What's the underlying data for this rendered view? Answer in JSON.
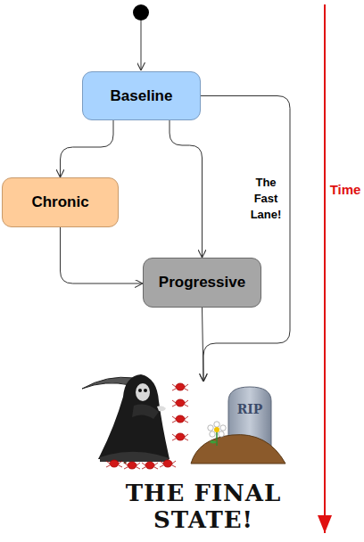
{
  "diagram": {
    "nodes": [
      {
        "text": [
          "Baseline"
        ]
      },
      {
        "text": [
          "Chronic"
        ]
      },
      {
        "text": [
          "Progressive"
        ]
      },
      {
        "text": [
          "THE FINAL STATE!"
        ]
      }
    ],
    "edges": [
      {
        "from": 0,
        "to": 1,
        "arrow": "to"
      },
      {
        "from": 0,
        "to": 2,
        "arrow": "to"
      },
      {
        "from": 1,
        "to": 2,
        "arrow": "to"
      },
      {
        "from": 2,
        "to": 3,
        "arrow": "to"
      },
      {
        "from": 0,
        "to": 3,
        "label": "The Fast Lane!",
        "arrow": "to"
      }
    ],
    "labels": [
      "Time",
      "RIP"
    ]
  }
}
